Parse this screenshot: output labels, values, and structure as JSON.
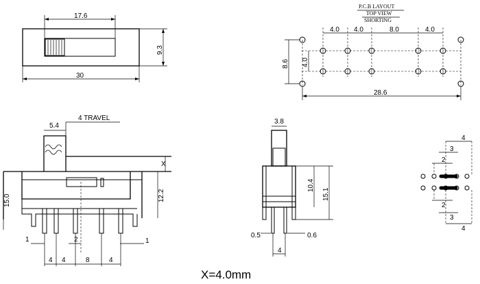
{
  "top_view": {
    "dim_length": "17.6",
    "dim_width": "30",
    "dim_height": "9.3"
  },
  "pcb_layout": {
    "title_line1": "P.C.B LAYOUT",
    "title_line2": "TOP VIEW",
    "title_line3": "SHORTING",
    "pitch_a": "4.0",
    "pitch_b": "4.0",
    "pitch_c": "8.0",
    "pitch_d": "4.0",
    "row_spacing": "4.0",
    "mount_spacing": "8.6",
    "total_length": "28.6"
  },
  "front_view": {
    "travel_label": "4 TRAVEL",
    "dim_actuator": "5.4",
    "dim_x": "X",
    "dim_total_height": "15.0",
    "dim_body_height": "12.2",
    "dim_pin_left": "1",
    "dim_pin_right": "1",
    "dim_pin_center": "2",
    "pitch_1": "4",
    "pitch_2": "4",
    "pitch_3": "8",
    "pitch_4": "4"
  },
  "side_view": {
    "dim_top": "3.8",
    "dim_body": "10.4",
    "dim_total": "15.1",
    "dim_left": "0.5",
    "dim_right": "0.6",
    "dim_bottom": "4"
  },
  "circuit": {
    "dim_4_top": "4",
    "dim_3_top": "3",
    "dim_2_top": "2",
    "dim_2_bottom": "2",
    "dim_3_bottom": "3",
    "dim_4_bottom": "4"
  },
  "formula": "X=4.0mm"
}
